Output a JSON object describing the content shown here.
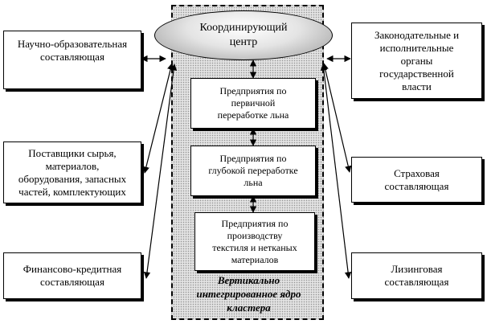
{
  "center": {
    "label": "Координирующий\nцентр"
  },
  "left_boxes": [
    {
      "label": "Научно-образовательная\nсоставляющая"
    },
    {
      "label": "Поставщики сырья,\nматериалов,\nоборудования, запасных\nчастей, комплектующих"
    },
    {
      "label": "Финансово-кредитная\nсоставляющая"
    }
  ],
  "right_boxes": [
    {
      "label": "Законодательные и\nисполнительные\nорганы\nгосударственной\nвласти"
    },
    {
      "label": "Страховая\nсоставляющая"
    },
    {
      "label": "Лизинговая\nсоставляющая"
    }
  ],
  "core_boxes": [
    {
      "label": "Предприятия по\nпервичной\nпереработке льна"
    },
    {
      "label": "Предприятия по\nглубокой переработке\nльна"
    },
    {
      "label": "Предприятия по\nпроизводству\nтекстиля и нетканых\nматериалов"
    }
  ],
  "core_label": "Вертикально\nинтегрированное ядро\nкластера"
}
